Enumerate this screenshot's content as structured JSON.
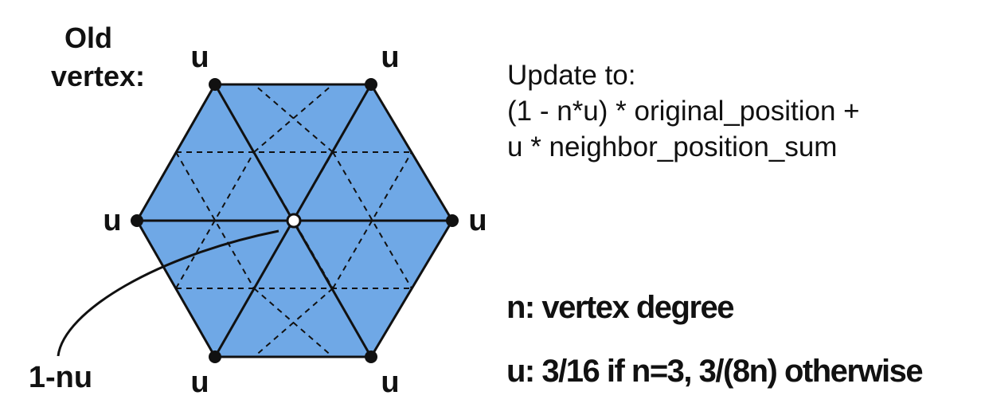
{
  "old_vertex": {
    "line1": "Old",
    "line2": "vertex:"
  },
  "neighbor_weight_label": "u",
  "center_weight_label": "1-nu",
  "update_rule": {
    "line1": "Update to:",
    "line2": "(1 - n*u) * original_position +",
    "line3": "u * neighbor_position_sum"
  },
  "definitions": {
    "n": "n: vertex degree",
    "u": "u: 3/16 if n=3, 3/(8n) otherwise"
  },
  "colors": {
    "face_fill": "#6fa8e6",
    "edge": "#111111"
  }
}
